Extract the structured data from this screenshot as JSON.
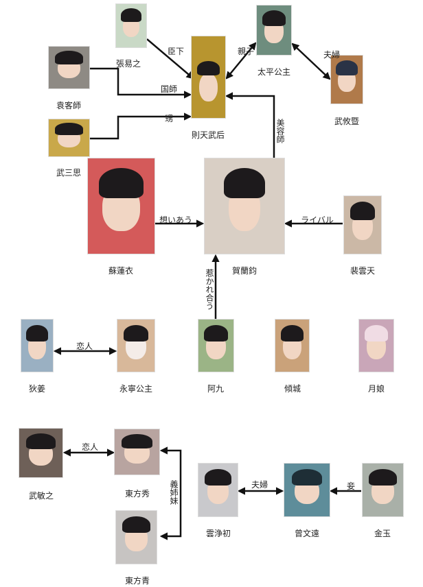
{
  "people": {
    "zhang": {
      "name": "張易之",
      "color": "#c9d9c6"
    },
    "yuan": {
      "name": "袁客師",
      "color": "#8e8a84"
    },
    "wusansi": {
      "name": "武三思",
      "color": "#c9a84a"
    },
    "wuhou": {
      "name": "則天武后",
      "color": "#b8952f"
    },
    "taiping": {
      "name": "太平公主",
      "color": "#6e8d7e"
    },
    "wuyouji": {
      "name": "武攸暨",
      "color": "#b07a4a"
    },
    "sulianyi": {
      "name": "蘇蓮衣",
      "color": "#d45a5a"
    },
    "helanjun": {
      "name": "賀蘭鈞",
      "color": "#d9cfc5"
    },
    "peiyuntian": {
      "name": "裴雲天",
      "color": "#cbb8a6"
    },
    "dijiang": {
      "name": "狄姜",
      "color": "#9ab0c2"
    },
    "yongning": {
      "name": "永寧公主",
      "color": "#d8b89a"
    },
    "ajiu": {
      "name": "阿九",
      "color": "#9bb486"
    },
    "qingcheng": {
      "name": "傾城",
      "color": "#caa27a"
    },
    "yueniang": {
      "name": "月娘",
      "color": "#c9a6b8"
    },
    "wuminzhi": {
      "name": "武敏之",
      "color": "#6e6058"
    },
    "dongfangxiu": {
      "name": "東方秀",
      "color": "#b8a4a0"
    },
    "dongfangqing": {
      "name": "東方青",
      "color": "#c7c4c2"
    },
    "yunjingchu": {
      "name": "雲浄初",
      "color": "#c9c9cc"
    },
    "zengwenyuan": {
      "name": "曾文遠",
      "color": "#5e8d9a"
    },
    "jinyu": {
      "name": "金玉",
      "color": "#a9b0a8"
    }
  },
  "relations": {
    "chenxia": "臣下",
    "guoshi": "国師",
    "sheng": "甥",
    "qinzi": "親子",
    "fufu1": "夫婦",
    "meirongshi": "美容師",
    "xiangiau": "想いあう",
    "rival": "ライバル",
    "hikareau": "惹かれ合う",
    "lianren1": "恋人",
    "lianren2": "恋人",
    "yizimei": "義姉妹",
    "fufu2": "夫婦",
    "qie": "妾"
  },
  "line_color": "#111111"
}
